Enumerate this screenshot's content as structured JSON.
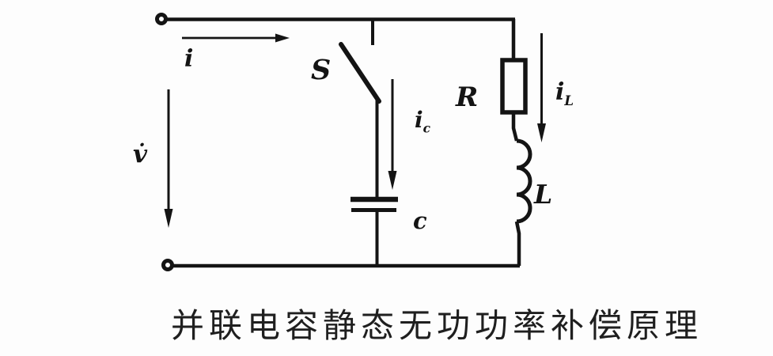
{
  "figure": {
    "type": "circuit-diagram",
    "caption": "并联电容静态无功功率补偿原理",
    "ink_color": "#141414",
    "background_color": "#fdfdfd",
    "labels": {
      "source_current": "i",
      "voltage": "v̇",
      "switch": "S",
      "capacitor_branch_current": "i",
      "capacitor_branch_current_sub": "c",
      "resistor": "R",
      "load_current": "i",
      "load_current_sub": "L",
      "inductor": "L",
      "capacitor": "c"
    }
  }
}
